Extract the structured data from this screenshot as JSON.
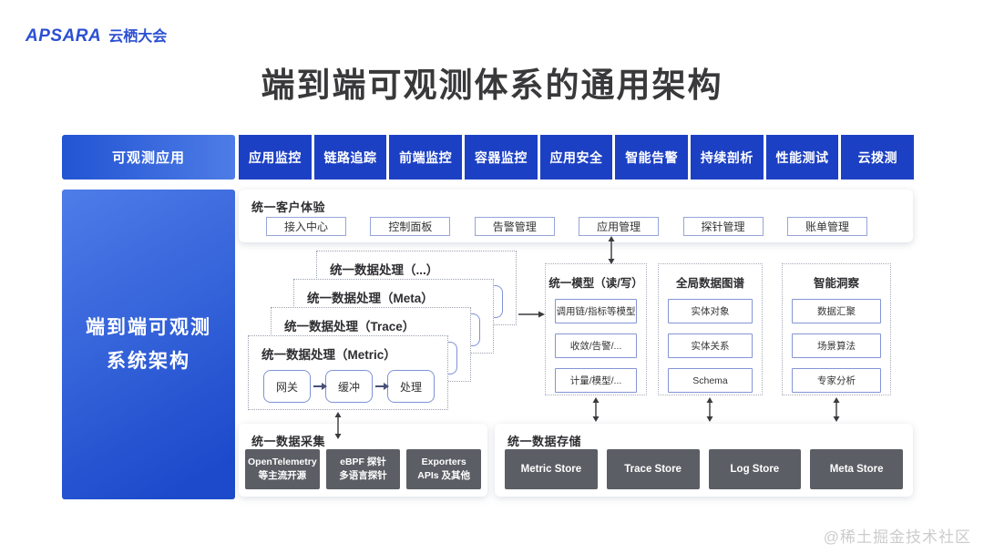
{
  "logo": {
    "brand": "APSARA",
    "event": "云栖大会"
  },
  "title": "端到端可观测体系的通用架构",
  "left_rail": {
    "top_label": "可观测应用",
    "panel_line1": "端到端可观测",
    "panel_line2": "系统架构"
  },
  "product_buttons": [
    "应用监控",
    "链路追踪",
    "前端监控",
    "容器监控",
    "应用安全",
    "智能告警",
    "持续剖析",
    "性能测试",
    "云拨测"
  ],
  "experience": {
    "title": "统一客户体验",
    "items": [
      "接入中心",
      "控制面板",
      "告警管理",
      "应用管理",
      "探针管理",
      "账单管理"
    ]
  },
  "processing_cards": [
    {
      "title": "统一数据处理（...）"
    },
    {
      "title": "统一数据处理（Meta）"
    },
    {
      "title": "统一数据处理（Trace）"
    },
    {
      "title": "统一数据处理（Metric）"
    }
  ],
  "pipeline_steps": [
    "网关",
    "缓冲",
    "处理"
  ],
  "model_panels": [
    {
      "title": "统一模型（读/写）",
      "items": [
        "调用链/指标等模型",
        "收敛/告警/...",
        "计量/模型/..."
      ]
    },
    {
      "title": "全局数据图谱",
      "items": [
        "实体对象",
        "实体关系",
        "Schema"
      ]
    },
    {
      "title": "智能洞察",
      "items": [
        "数据汇聚",
        "场景算法",
        "专家分析"
      ]
    }
  ],
  "collection": {
    "title": "统一数据采集",
    "items": [
      [
        "OpenTelemetry",
        "等主流开源"
      ],
      [
        "eBPF 探针",
        "多语言探针"
      ],
      [
        "Exporters",
        "APIs 及其他"
      ]
    ]
  },
  "storage": {
    "title": "统一数据存储",
    "items": [
      "Metric Store",
      "Trace Store",
      "Log Store",
      "Meta Store"
    ]
  },
  "watermark": "@稀土掘金技术社区",
  "colors": {
    "brand_blue": "#2b4fd4",
    "button_blue": "#1c40c4",
    "panel_gradient_start": "#4e7ce8",
    "panel_gradient_end": "#1c4acb",
    "box_border_periwinkle": "#8495d6",
    "dotted_border": "#a6acb8",
    "dark_box": "#5b5e64",
    "title_text": "#39393b",
    "arrow": "#3a3a3e",
    "watermark_gray": "#cccccc"
  }
}
